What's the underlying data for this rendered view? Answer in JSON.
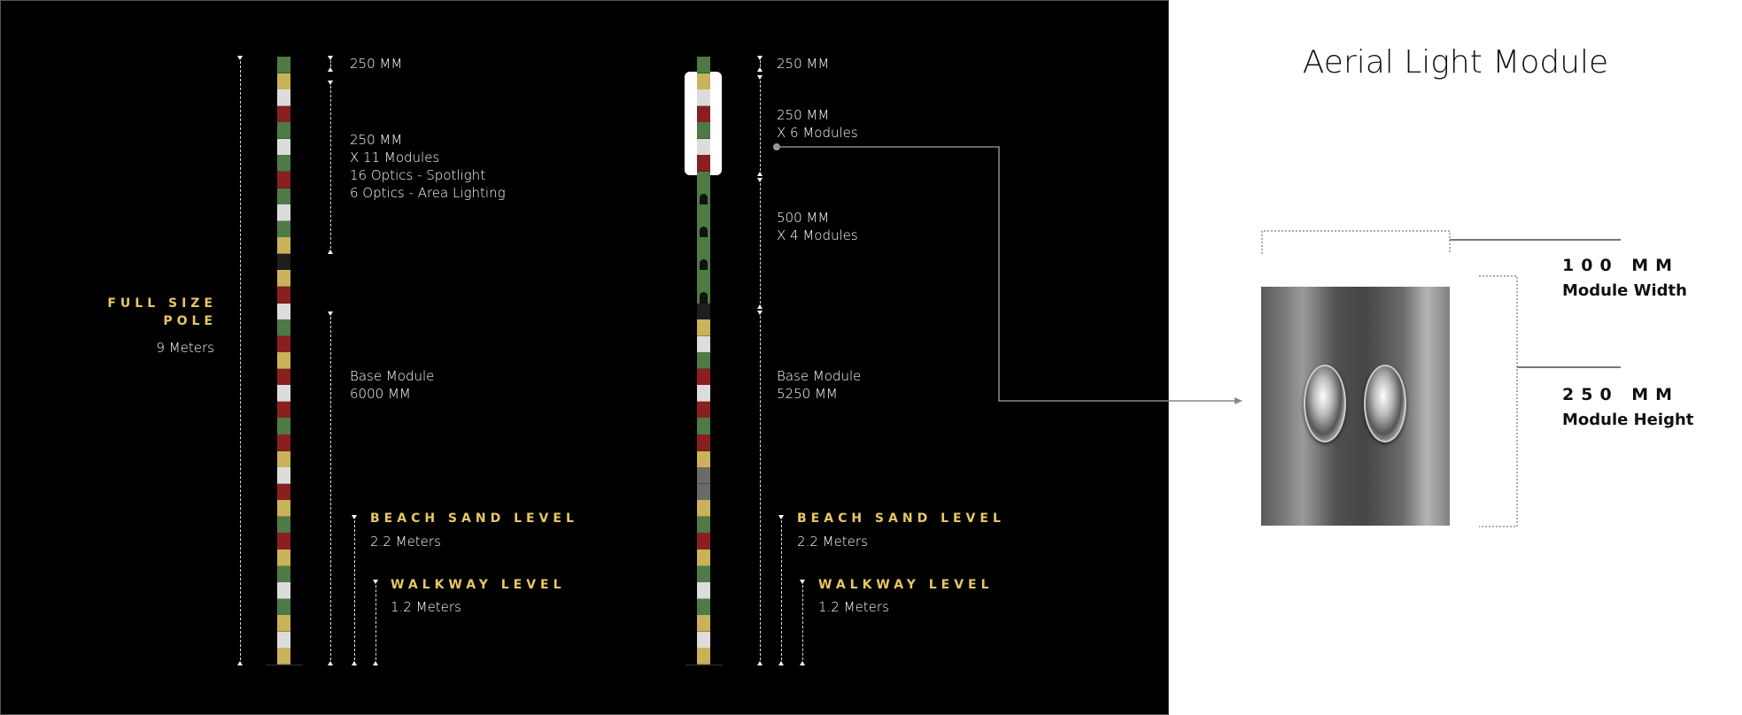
{
  "colors": {
    "green": "#4e7a45",
    "yellow": "#c9b25a",
    "red": "#8a1f1f",
    "white": "#dcdcdc",
    "black": "#1e1e1e",
    "gray": "#6a6a6a",
    "gold": "#e9c766"
  },
  "pole_full": {
    "heading_line1": "FULL SIZE",
    "heading_line2": "POLE",
    "height": "9 Meters",
    "top": "250 MM",
    "modules": [
      "250 MM",
      "X 11 Modules",
      "16 Optics - Spotlight",
      "6 Optics - Area Lighting"
    ],
    "base": [
      "Base Module",
      "6000 MM"
    ],
    "segments": [
      "green",
      "yellow",
      "white",
      "red",
      "green",
      "white",
      "green",
      "red",
      "green",
      "white",
      "green",
      "yellow",
      "black",
      "yellow",
      "red",
      "white",
      "green",
      "red",
      "yellow",
      "red",
      "white",
      "red",
      "green",
      "red",
      "yellow",
      "white",
      "red",
      "yellow",
      "green",
      "red",
      "yellow",
      "green",
      "white",
      "green",
      "yellow",
      "white",
      "yellow"
    ]
  },
  "pole_short": {
    "top": "250 MM",
    "modules": [
      "250 MM",
      "X 6 Modules"
    ],
    "large_modules": [
      "500 MM",
      "X 4 Modules"
    ],
    "base": [
      "Base Module",
      "5250 MM"
    ],
    "segments": [
      "green",
      "yellow",
      "white",
      "red",
      "green",
      "white",
      "red",
      "optic",
      "optic",
      "optic",
      "optic",
      "optic",
      "optic",
      "optic",
      "optic",
      "black",
      "yellow",
      "white",
      "green",
      "red",
      "white",
      "red",
      "green",
      "red",
      "yellow",
      "gray",
      "gray",
      "yellow",
      "green",
      "red",
      "yellow",
      "green",
      "white",
      "green",
      "yellow",
      "white",
      "yellow"
    ]
  },
  "levels": {
    "beach_label": "BEACH SAND LEVEL",
    "beach_value": "2.2 Meters",
    "walkway_label": "WALKWAY LEVEL",
    "walkway_value": "1.2 Meters"
  },
  "detail": {
    "title": "Aerial Light Module",
    "width_value": "100 MM",
    "width_label": "Module Width",
    "height_value": "250 MM",
    "height_label": "Module Height"
  }
}
